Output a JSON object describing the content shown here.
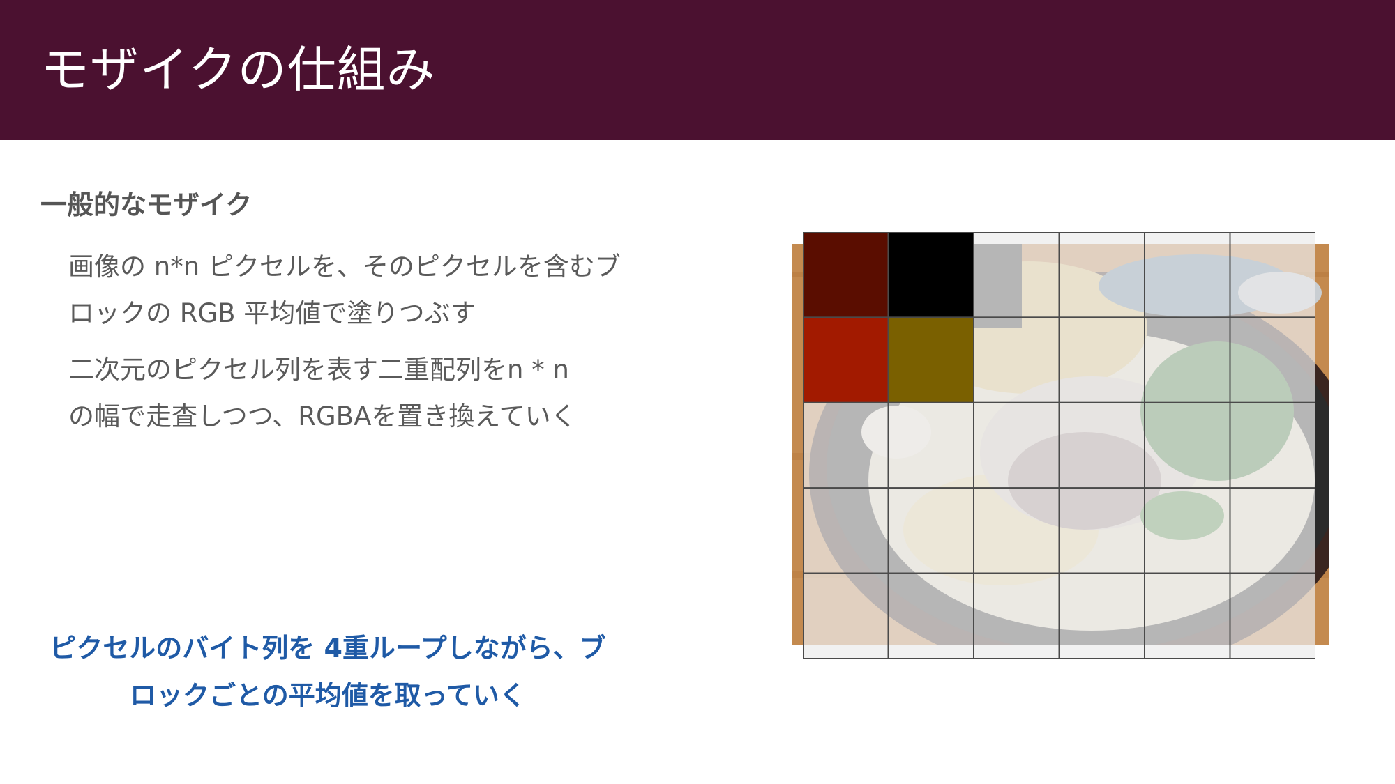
{
  "slide": {
    "title": "モザイクの仕組み",
    "subheading": "一般的なモザイク",
    "bullets": [
      {
        "lines": [
          "画像の n*n ピクセルを、そのピクセルを含むブ",
          "ロックの RGB 平均値で塗りつぶす"
        ]
      },
      {
        "lines": [
          "二次元のピクセル列を表す二重配列をn * n",
          "の幅で走査しつつ、RGBAを置き換えていく"
        ]
      }
    ],
    "callout": {
      "lines": [
        "ピクセルのバイト列を 4重ループしながら、ブ",
        "ロックごとの平均値を取っていく"
      ]
    }
  },
  "figure": {
    "subject": "ramen photo with mosaic grid overlay",
    "grid": {
      "columns": 6,
      "rows": 5
    },
    "filled_blocks": [
      {
        "row": 0,
        "col": 0,
        "color": "#5a0d00"
      },
      {
        "row": 0,
        "col": 1,
        "color": "#000000"
      },
      {
        "row": 1,
        "col": 0,
        "color": "#a21a00"
      },
      {
        "row": 1,
        "col": 1,
        "color": "#7a6000"
      }
    ],
    "overlay_color": "#ececec",
    "grid_line_color": "#4a4a4a"
  },
  "colors": {
    "header_background": "#4b1130",
    "title_text": "#ffffff",
    "body_text": "#5a5a5a",
    "callout_text": "#1f5aa6"
  }
}
